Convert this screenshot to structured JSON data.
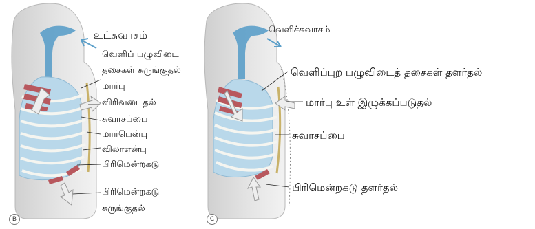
{
  "panels": [
    {
      "tag": "B",
      "title": "உட்சுவாசம்",
      "labels": [
        "வெளிப் பழுவிடை",
        "தசைகள் சுருங்குதல்",
        "மார்பு",
        "விரிவடைதல்",
        "சுவாசப்பை",
        "மார்பென்பு",
        "விலாஎன்பு",
        "பிரிமென்றகடு",
        "பிரிமென்றகடு",
        "சுருங்குதல்"
      ]
    },
    {
      "tag": "C",
      "title": "வெளிச்சுவாசம்",
      "labels": [
        "வெளிப்புற பழுவிடைத் தசைகள் தளர்தல்",
        "மார்பு உள் இழுக்கப்படுதல்",
        "சுவாசப்பை",
        "பிரிமென்றகடு தளர்தல்"
      ]
    }
  ],
  "colors": {
    "skin": "#dcdcdc",
    "airway": "#5b9fc9",
    "lung": "#b9d8ea",
    "muscle": "#b8585e",
    "bone": "#f5f5f0",
    "arrow": "#e8e8e8"
  }
}
